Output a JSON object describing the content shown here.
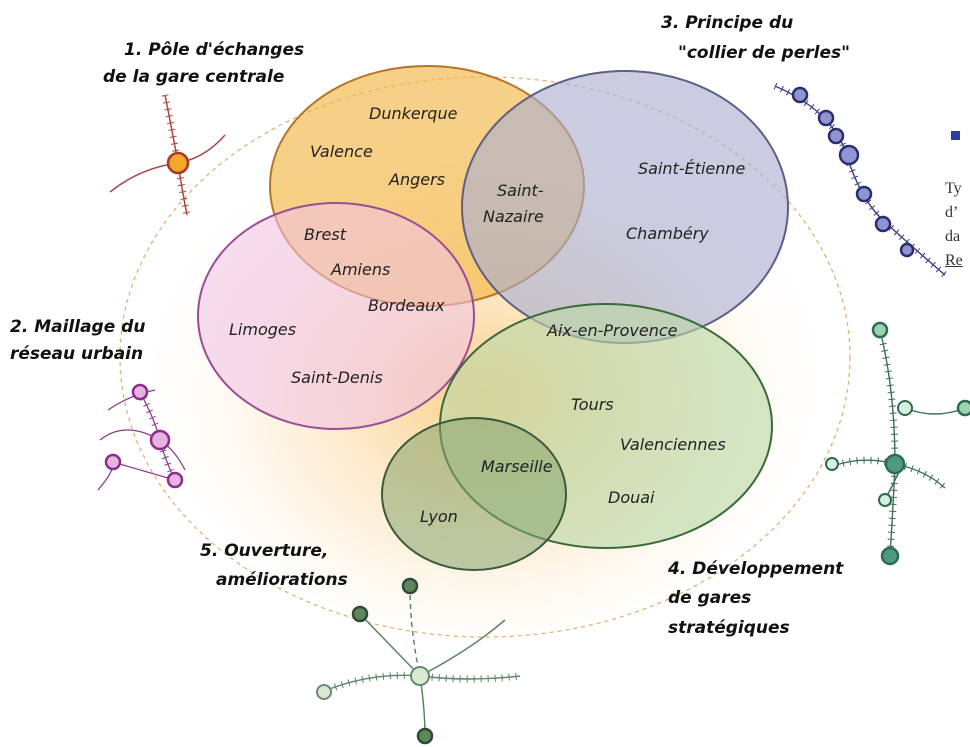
{
  "accent_colors": {
    "gare_centrale": "#f2b33d",
    "reseau_urbain": "#e7b7dc",
    "collier_de_perles": "#a9aed1",
    "gares_strategiques": "#b9d6a6",
    "ouverture": "#86a470",
    "bullet": "#2f3aa3"
  },
  "clusters": [
    {
      "id": "gare-centrale",
      "title_lines": [
        "1. Pôle d'échanges",
        "de la gare centrale"
      ],
      "cities": [
        "Dunkerque",
        "Valence",
        "Angers"
      ]
    },
    {
      "id": "reseau-urbain",
      "title_lines": [
        "2. Maillage du",
        "réseau urbain"
      ],
      "cities": [
        "Limoges",
        "Saint-Denis"
      ]
    },
    {
      "id": "collier-de-perles",
      "title_lines": [
        "3. Principe du",
        "\"collier de perles\""
      ],
      "cities": [
        "Saint-Étienne",
        "Chambéry"
      ]
    },
    {
      "id": "gares-strategiques",
      "title_lines": [
        "4. Développement",
        "de gares",
        "stratégiques"
      ],
      "cities": [
        "Tours",
        "Valenciennes",
        "Douai"
      ]
    },
    {
      "id": "ouverture",
      "title_lines": [
        "5. Ouverture,",
        "améliorations"
      ],
      "cities": [
        "Lyon"
      ]
    }
  ],
  "overlaps": {
    "gare_centrale_and_collier": [
      "Saint-",
      "Nazaire"
    ],
    "gare_centrale_and_reseau": [
      "Brest",
      "Amiens",
      "Bordeaux"
    ],
    "collier_and_gares_strategiques": [
      "Aix-en-Provence"
    ],
    "gares_strategiques_and_ouverture": [
      "Marseille"
    ]
  },
  "side_panel": {
    "bullet_icon": "square-bullet",
    "lines": [
      "Ty",
      "d’",
      "da",
      "Re"
    ]
  }
}
